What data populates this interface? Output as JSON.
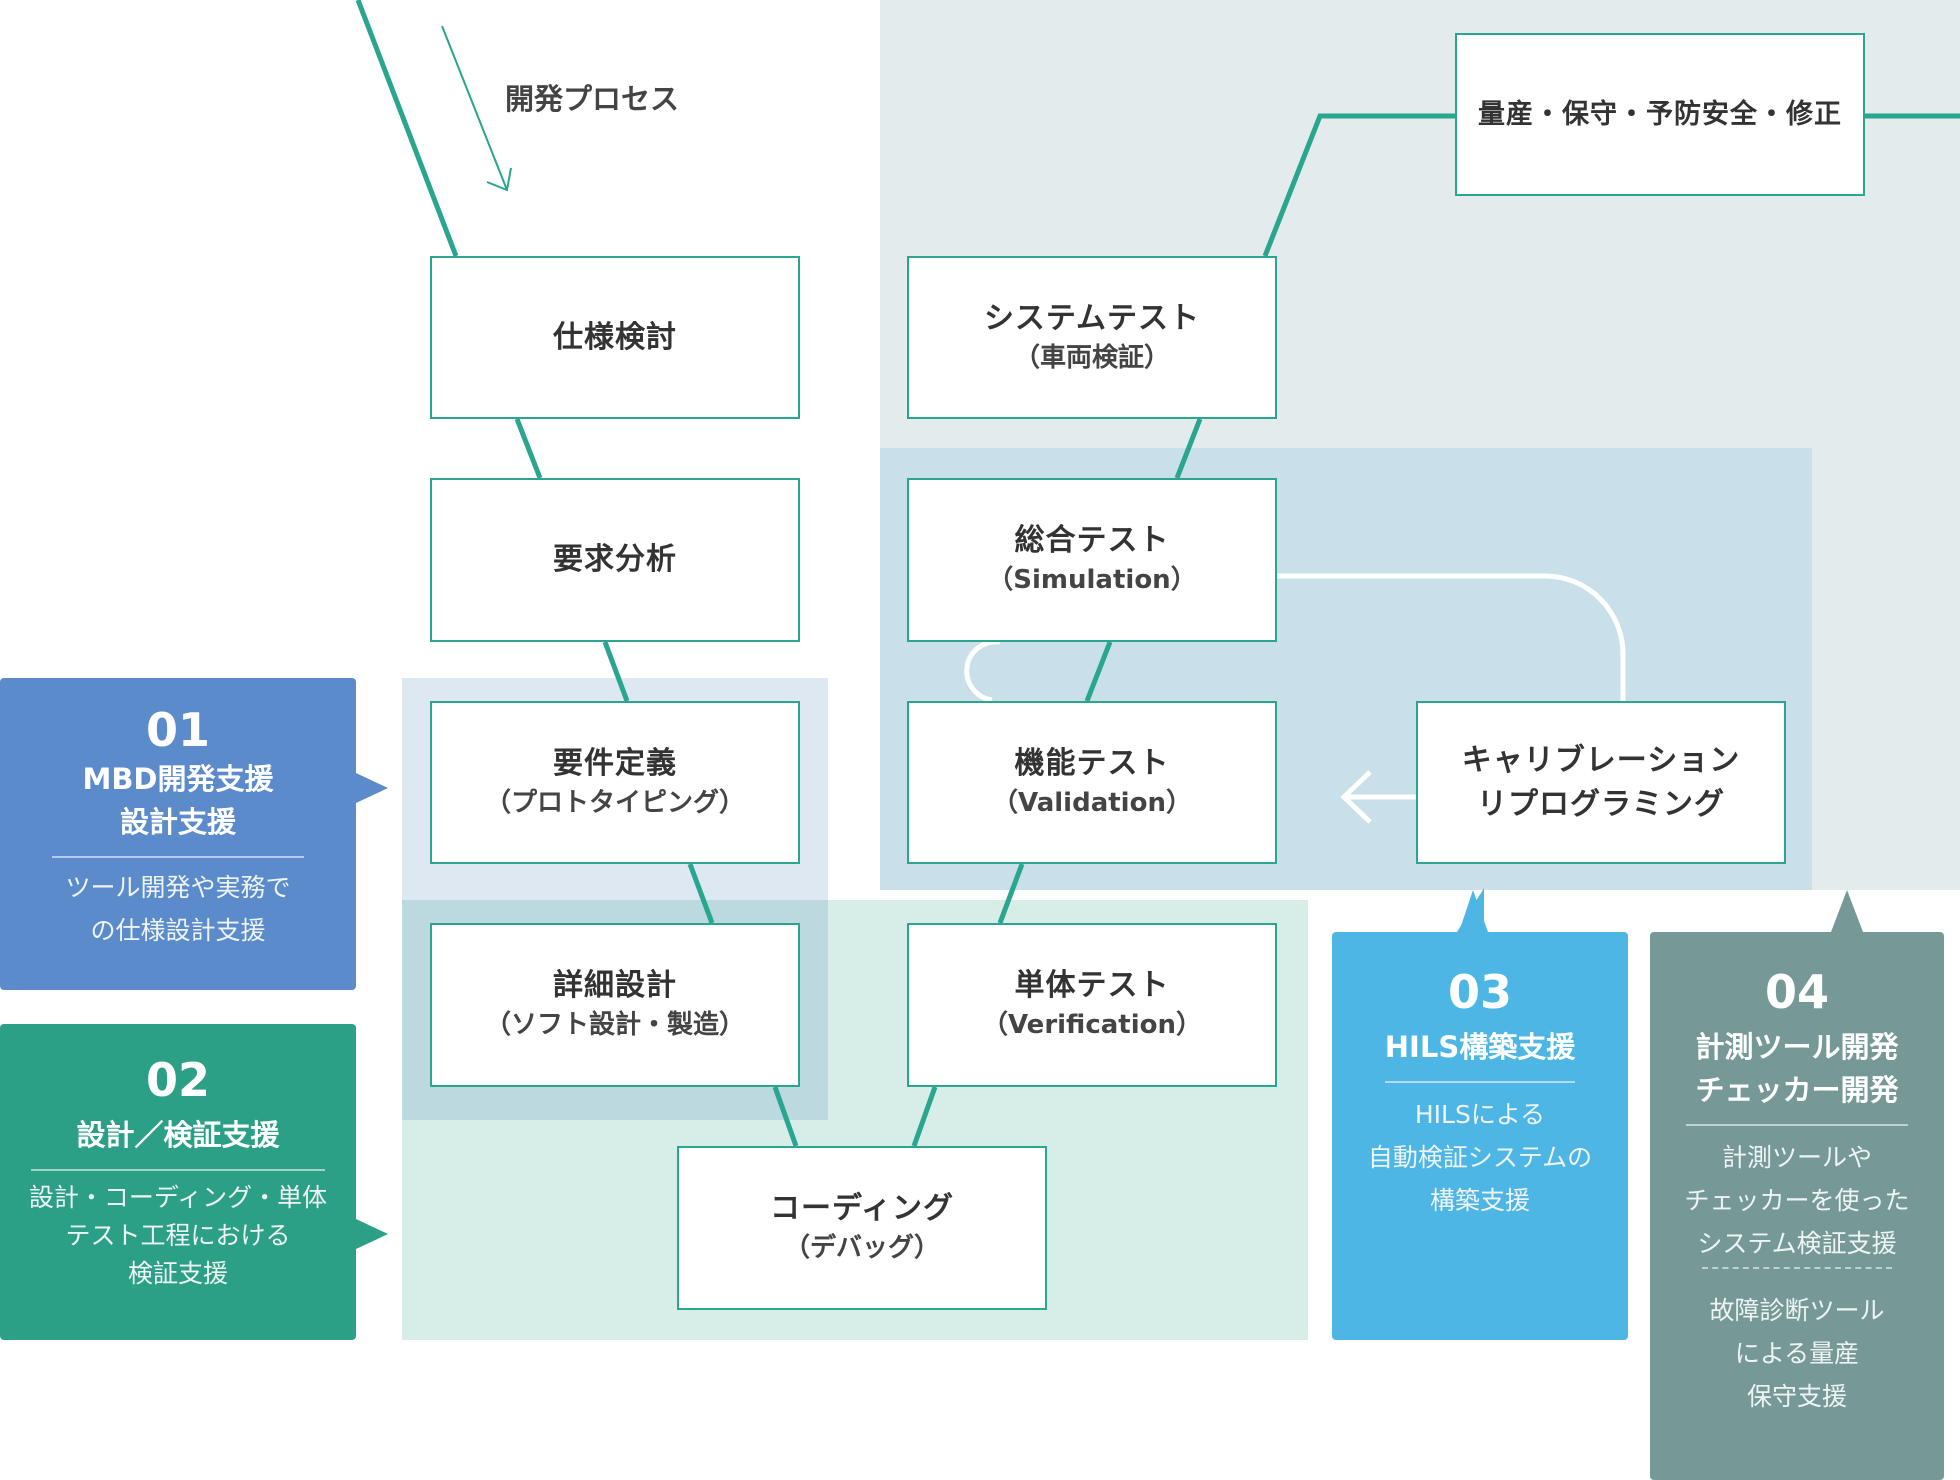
{
  "process_label": "開発プロセス",
  "steps": {
    "spec": {
      "title": "仕様検討",
      "sub": ""
    },
    "requirements": {
      "title": "要求分析",
      "sub": ""
    },
    "definition": {
      "title": "要件定義",
      "sub": "（プロトタイピング）"
    },
    "detail_design": {
      "title": "詳細設計",
      "sub": "（ソフト設計・製造）"
    },
    "coding": {
      "title": "コーディング",
      "sub": "（デバッグ）"
    },
    "unit_test": {
      "title": "単体テスト",
      "sub": "（Verification）"
    },
    "function_test": {
      "title": "機能テスト",
      "sub": "（Validation）"
    },
    "integration_test": {
      "title": "総合テスト",
      "sub": "（Simulation）"
    },
    "system_test": {
      "title": "システムテスト",
      "sub": "（車両検証）"
    },
    "mass_production": {
      "title": "量産・保守・予防安全・修正",
      "sub": ""
    },
    "calibration": {
      "title": "キャリブレーション",
      "sub": "リプログラミング"
    }
  },
  "cards": [
    {
      "num": "01",
      "title_lines": [
        "MBD開発支援",
        "設計支援"
      ],
      "desc_lines": [
        "ツール開発や実務で",
        "の仕様設計支援"
      ]
    },
    {
      "num": "02",
      "title_lines": [
        "設計／検証支援"
      ],
      "desc_lines": [
        "設計・コーディング・単体",
        "テスト工程における",
        "検証支援"
      ]
    },
    {
      "num": "03",
      "title_lines": [
        "HILS構築支援"
      ],
      "desc_lines": [
        "HILSによる",
        "自動検証システムの",
        "構築支援"
      ]
    },
    {
      "num": "04",
      "title_lines": [
        "計測ツール開発",
        "チェッカー開発"
      ],
      "desc_lines": [
        "計測ツールや",
        "チェッカーを使った",
        "システム検証支援"
      ],
      "desc2_lines": [
        "故障診断ツール",
        "による量産",
        "保守支援"
      ]
    }
  ],
  "colors": {
    "line": "#2aa58f",
    "card_01": "#5b8bcb",
    "card_02": "#2c9f87",
    "card_03": "#4db6e5",
    "card_04": "#769998",
    "zone_gray": "#e3ebec",
    "zone_blue": "#c9e0ea",
    "zone_green": "#d6ede8",
    "zone_lightblue": "#dde8f3"
  }
}
